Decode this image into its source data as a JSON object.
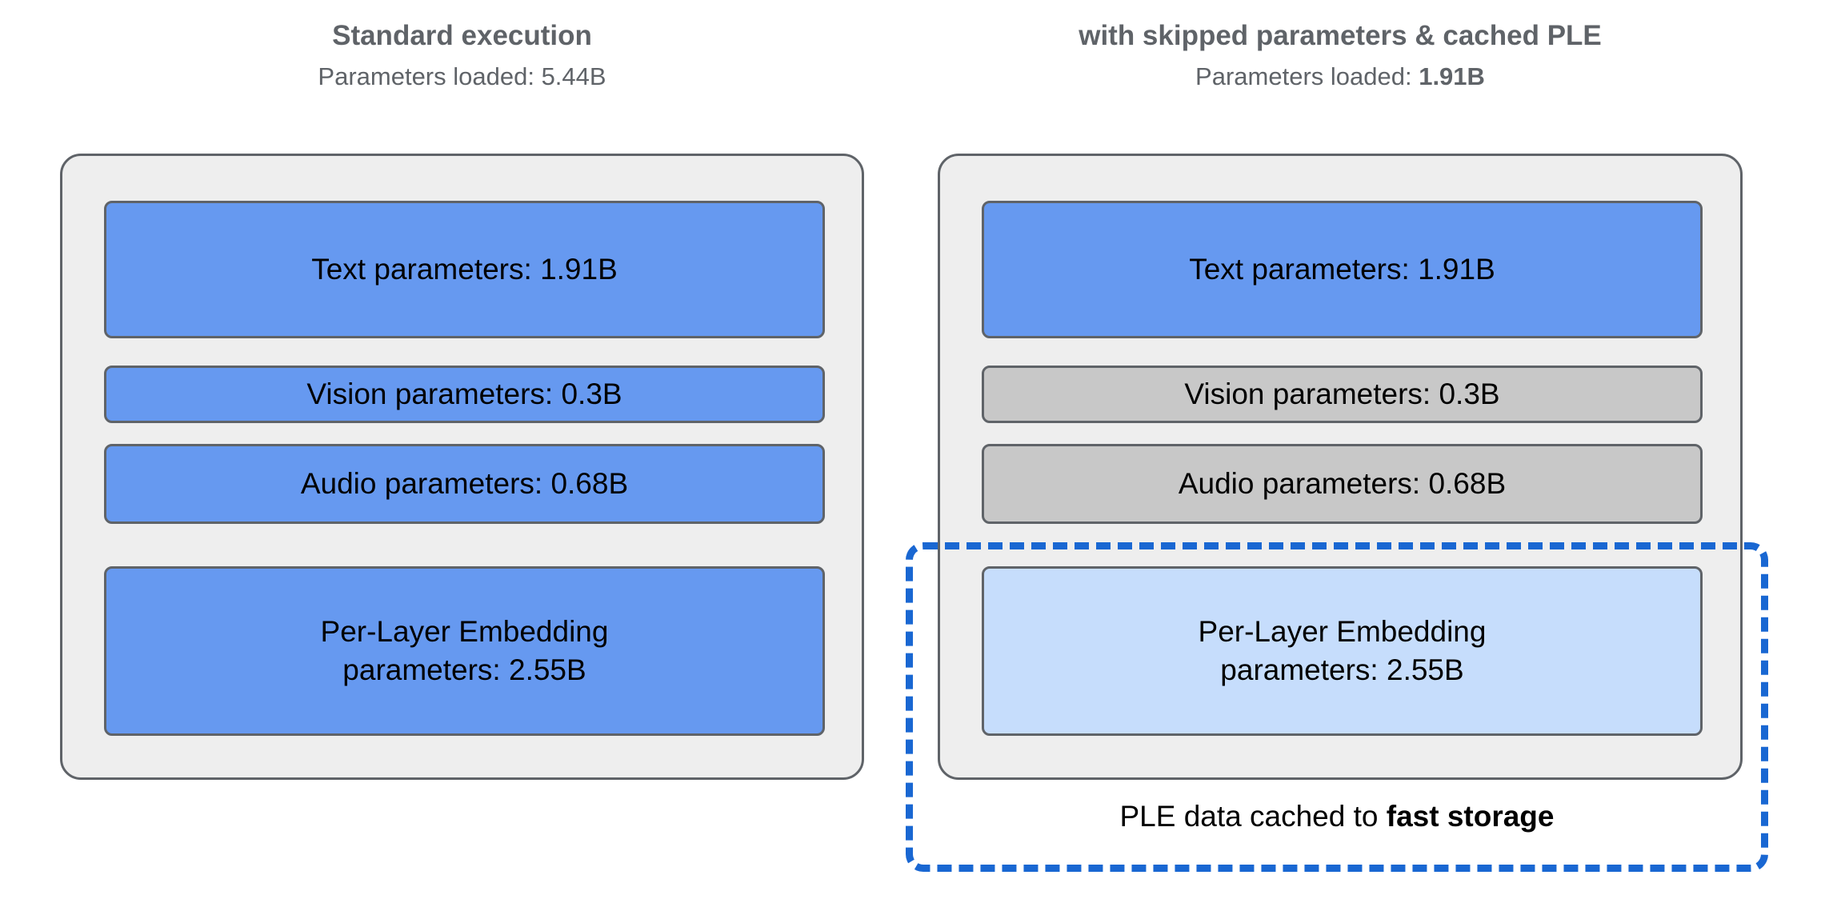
{
  "diagram": {
    "columns": [
      {
        "id": "standard",
        "title": "Standard execution",
        "subtitle_prefix": "Parameters loaded: ",
        "subtitle_value": "5.44B",
        "subtitle_value_bold": false,
        "blocks": [
          {
            "label": "Text parameters: 1.91B",
            "name": "text-parameters",
            "state": "loaded",
            "color": "#6699f0"
          },
          {
            "label": "Vision parameters: 0.3B",
            "name": "vision-parameters",
            "state": "loaded",
            "color": "#6699f0"
          },
          {
            "label": "Audio parameters: 0.68B",
            "name": "audio-parameters",
            "state": "loaded",
            "color": "#6699f0"
          },
          {
            "label": "Per-Layer Embedding\nparameters: 2.55B",
            "label_line1": "Per-Layer Embedding",
            "label_line2": "parameters: 2.55B",
            "name": "ple-parameters",
            "state": "loaded",
            "color": "#6699f0"
          }
        ]
      },
      {
        "id": "skipped",
        "title": "with skipped parameters & cached PLE",
        "subtitle_prefix": "Parameters loaded: ",
        "subtitle_value": "1.91B",
        "subtitle_value_bold": true,
        "blocks": [
          {
            "label": "Text parameters: 1.91B",
            "name": "text-parameters",
            "state": "loaded",
            "color": "#6699f0"
          },
          {
            "label": "Vision parameters: 0.3B",
            "name": "vision-parameters",
            "state": "skipped",
            "color": "#c8c8c8"
          },
          {
            "label": "Audio parameters: 0.68B",
            "name": "audio-parameters",
            "state": "skipped",
            "color": "#c8c8c8"
          },
          {
            "label": "Per-Layer Embedding\nparameters: 2.55B",
            "label_line1": "Per-Layer Embedding",
            "label_line2": "parameters: 2.55B",
            "name": "ple-parameters",
            "state": "cached",
            "color": "#c6ddfc"
          }
        ]
      }
    ],
    "cache_annotation": {
      "caption_prefix": "PLE data cached to ",
      "caption_emphasis": "fast storage",
      "border_color": "#1967d2",
      "border_style": "dashed"
    },
    "colors": {
      "panel_background": "#eeeeee",
      "panel_border": "#5f6368",
      "heading_text": "#5f6368",
      "block_text": "#000000",
      "loaded_blue": "#6699f0",
      "skipped_gray": "#c8c8c8",
      "cached_light_blue": "#c6ddfc",
      "accent_blue": "#1967d2"
    }
  }
}
